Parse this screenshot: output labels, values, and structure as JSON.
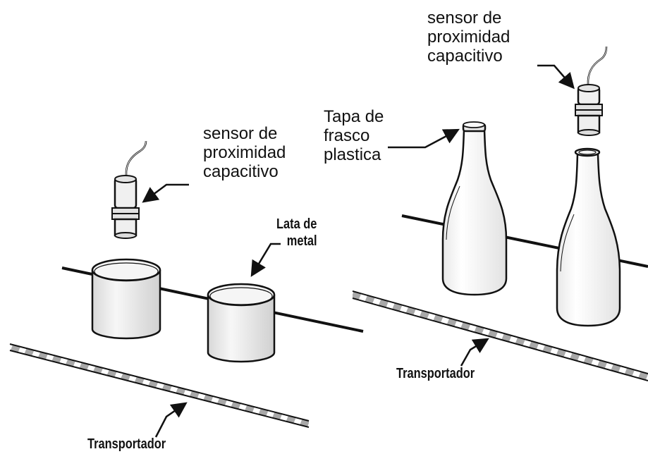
{
  "left_scene": {
    "sensor_label": [
      "sensor de",
      "proximidad",
      "capacitivo"
    ],
    "can_label": [
      "Lata de",
      "metal"
    ],
    "conveyor_label": "Transportador"
  },
  "right_scene": {
    "sensor_label": [
      "sensor de",
      "proximidad",
      "capacitivo"
    ],
    "cap_label": [
      "Tapa de",
      "frasco",
      "plastica"
    ],
    "conveyor_label": "Transportador"
  },
  "colors": {
    "line": "#111111",
    "object_fill": "#f3f3f3",
    "sensor_fill": "#e6e6e6",
    "belt_stripe": "#9a9a9a"
  }
}
